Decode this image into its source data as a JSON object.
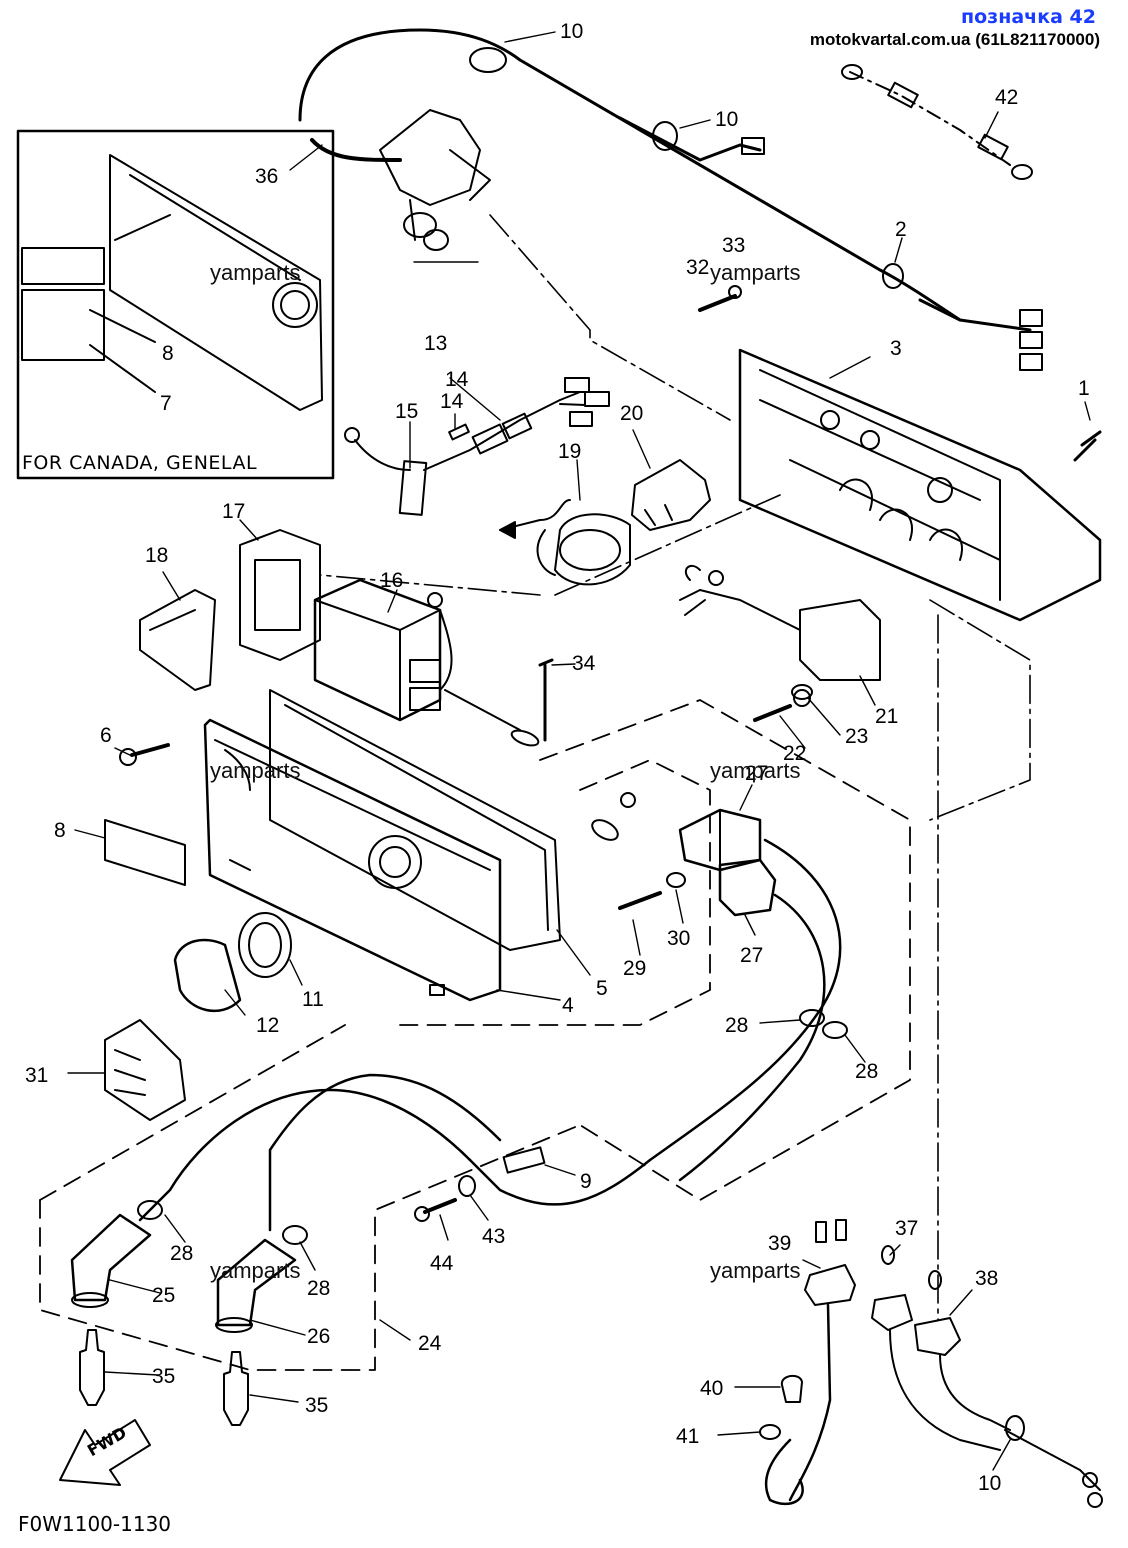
{
  "header": {
    "position_label": "позначка 42",
    "site_ref": "motokvartal.com.ua (61L821170000)"
  },
  "inset_caption": "FOR CANADA, GENELAL",
  "diagram_code": "F0W1100-1130",
  "fwd_label": "FWD",
  "watermark": "yamparts",
  "callouts": [
    {
      "label": "10"
    },
    {
      "label": "10"
    },
    {
      "label": "42"
    },
    {
      "label": "36"
    },
    {
      "label": "2"
    },
    {
      "label": "33"
    },
    {
      "label": "32"
    },
    {
      "label": "3"
    },
    {
      "label": "1"
    },
    {
      "label": "8"
    },
    {
      "label": "7"
    },
    {
      "label": "13"
    },
    {
      "label": "14"
    },
    {
      "label": "15"
    },
    {
      "label": "14"
    },
    {
      "label": "20"
    },
    {
      "label": "19"
    },
    {
      "label": "17"
    },
    {
      "label": "18"
    },
    {
      "label": "16"
    },
    {
      "label": "34"
    },
    {
      "label": "21"
    },
    {
      "label": "23"
    },
    {
      "label": "22"
    },
    {
      "label": "6"
    },
    {
      "label": "8"
    },
    {
      "label": "27"
    },
    {
      "label": "30"
    },
    {
      "label": "29"
    },
    {
      "label": "27"
    },
    {
      "label": "5"
    },
    {
      "label": "4"
    },
    {
      "label": "11"
    },
    {
      "label": "12"
    },
    {
      "label": "28"
    },
    {
      "label": "28"
    },
    {
      "label": "31"
    },
    {
      "label": "9"
    },
    {
      "label": "43"
    },
    {
      "label": "44"
    },
    {
      "label": "28"
    },
    {
      "label": "28"
    },
    {
      "label": "25"
    },
    {
      "label": "26"
    },
    {
      "label": "24"
    },
    {
      "label": "35"
    },
    {
      "label": "35"
    },
    {
      "label": "39"
    },
    {
      "label": "37"
    },
    {
      "label": "38"
    },
    {
      "label": "40"
    },
    {
      "label": "41"
    },
    {
      "label": "10"
    }
  ]
}
